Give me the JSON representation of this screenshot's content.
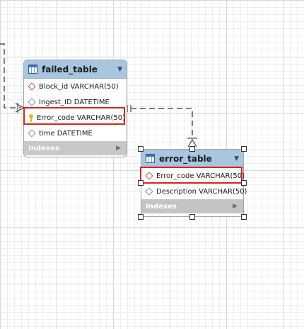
{
  "tables": [
    {
      "title": "failed_table",
      "columns": [
        {
          "icon": "red-diamond-icon",
          "text": "Block_id VARCHAR(50)"
        },
        {
          "icon": "blue-diamond-icon",
          "text": "Ingest_ID DATETIME"
        },
        {
          "icon": "key-icon",
          "text": "Error_code VARCHAR(50)"
        },
        {
          "icon": "blue-diamond-icon",
          "text": "time DATETIME"
        }
      ],
      "indexes_label": "Indexes"
    },
    {
      "title": "error_table",
      "columns": [
        {
          "icon": "red-diamond-icon",
          "text": "Error_code VARCHAR(50)"
        },
        {
          "icon": "blue-diamond-icon",
          "text": "Description VARCHAR(50)"
        }
      ],
      "indexes_label": "Indexes"
    }
  ],
  "colors": {
    "header": "#a8c6e0",
    "highlight": "#d9251c",
    "indexes_bar": "#c8c8c8",
    "connector": "#555555"
  }
}
